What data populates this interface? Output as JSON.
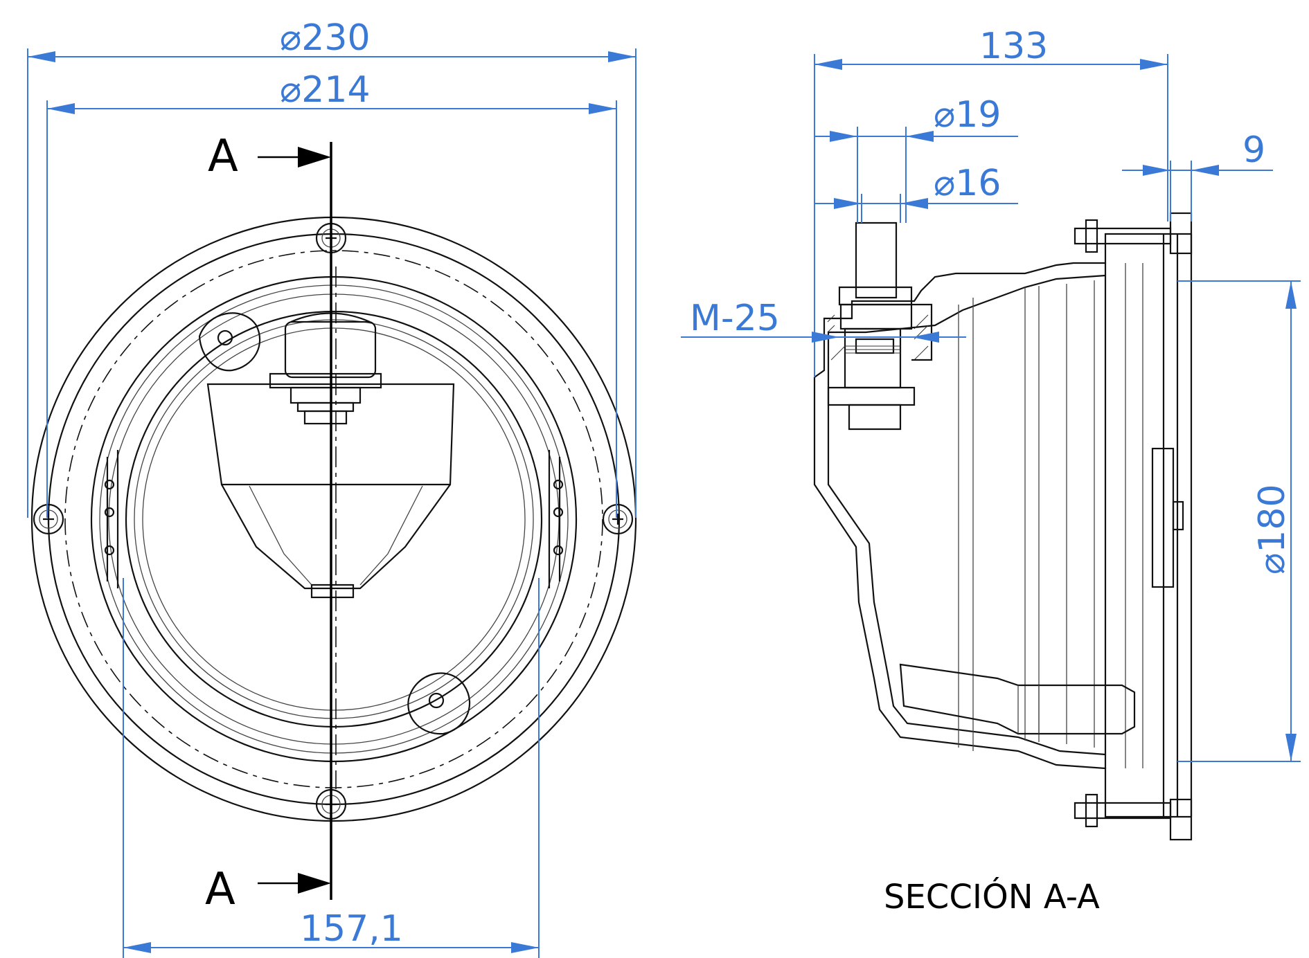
{
  "dimensions": {
    "d230": "⌀230",
    "d214": "⌀214",
    "width_157": "157,1",
    "length_133": "133",
    "d19": "⌀19",
    "d16": "⌀16",
    "flange_9": "9",
    "thread_m25": "M-25",
    "d180": "⌀180"
  },
  "section": {
    "label_top": "A",
    "label_bottom": "A",
    "title": "SECCIÓN A-A"
  },
  "colors": {
    "dimension": "#3a7ad6",
    "outline": "#111111"
  }
}
